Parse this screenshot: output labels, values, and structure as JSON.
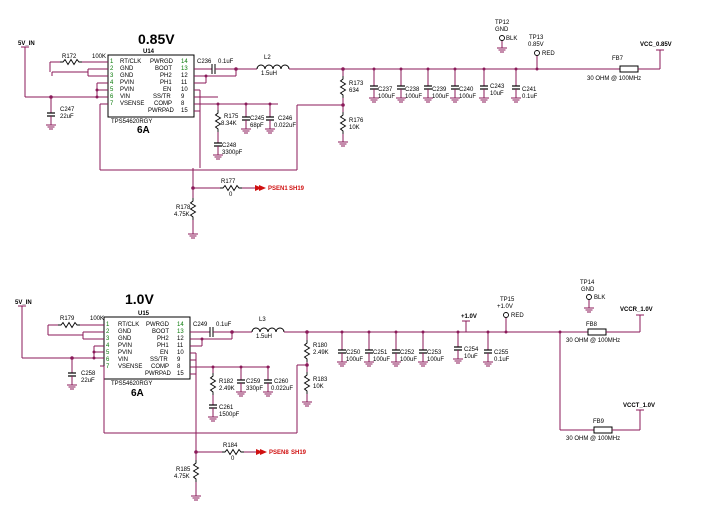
{
  "top": {
    "title": "0.85V",
    "current": "6A",
    "ic_ref": "U14",
    "ic_part": "TPS54620RGY",
    "pins_left": [
      "RT/CLK",
      "GND",
      "GND",
      "PVIN",
      "PVIN",
      "VIN",
      "VSENSE"
    ],
    "pins_left_nums": [
      "1",
      "2",
      "3",
      "4",
      "5",
      "6",
      "7"
    ],
    "pins_right": [
      "PWRGD",
      "BOOT",
      "PH2",
      "PH1",
      "EN",
      "SS/TR",
      "COMP",
      "PWRPAD"
    ],
    "pins_right_nums": [
      "14",
      "13",
      "12",
      "11",
      "10",
      "9",
      "8",
      "15"
    ],
    "vin": "5V_IN",
    "r172": {
      "ref": "R172",
      "val": "100K"
    },
    "c236": {
      "ref": "C236",
      "val": "0.1uF"
    },
    "l2": {
      "ref": "L2",
      "val": "1.5uH"
    },
    "c247": {
      "ref": "C247",
      "val": "22uF"
    },
    "r175": {
      "ref": "R175",
      "val": "8.34K"
    },
    "c245": {
      "ref": "C245",
      "val": "68pF"
    },
    "c246": {
      "ref": "C246",
      "val": "0.022uF"
    },
    "c248": {
      "ref": "C248",
      "val": "3300pF"
    },
    "r173": {
      "ref": "R173",
      "val": "634"
    },
    "r176": {
      "ref": "R176",
      "val": "10K"
    },
    "r177": {
      "ref": "R177",
      "val": "0"
    },
    "r178": {
      "ref": "R178",
      "val": "4.75K"
    },
    "psen": "PSEN1",
    "sh": "SH19",
    "caps": [
      {
        "ref": "C237",
        "val": "100uF"
      },
      {
        "ref": "C238",
        "val": "100uF"
      },
      {
        "ref": "C239",
        "val": "100uF"
      },
      {
        "ref": "C240",
        "val": "100uF"
      },
      {
        "ref": "C243",
        "val": "10uF"
      },
      {
        "ref": "C241",
        "val": "0.1uF"
      }
    ],
    "tp12": {
      "ref": "TP12",
      "net": "GND",
      "color": "BLK"
    },
    "tp13": {
      "ref": "TP13",
      "net": "0.85V",
      "color": "RED"
    },
    "fb": {
      "ref": "FB7",
      "val": "30 OHM @ 100MHz"
    },
    "out": "VCC_0.85V"
  },
  "bottom": {
    "title": "1.0V",
    "current": "6A",
    "ic_ref": "U15",
    "ic_part": "TPS54620RGY",
    "pins_left": [
      "RT/CLK",
      "GND",
      "GND",
      "PVIN",
      "PVIN",
      "VIN",
      "VSENSE"
    ],
    "pins_left_nums": [
      "1",
      "2",
      "3",
      "4",
      "5",
      "6",
      "7"
    ],
    "pins_right": [
      "PWRGD",
      "BOOT",
      "PH2",
      "PH1",
      "EN",
      "SS/TR",
      "COMP",
      "PWRPAD"
    ],
    "pins_right_nums": [
      "14",
      "13",
      "12",
      "11",
      "10",
      "9",
      "8",
      "15"
    ],
    "vin": "5V_IN",
    "r179": {
      "ref": "R179",
      "val": "100K"
    },
    "c249": {
      "ref": "C249",
      "val": "0.1uF"
    },
    "l3": {
      "ref": "L3",
      "val": "1.5uH"
    },
    "c258": {
      "ref": "C258",
      "val": "22uF"
    },
    "r182": {
      "ref": "R182",
      "val": "2.49K"
    },
    "c259": {
      "ref": "C259",
      "val": "330pF"
    },
    "c260": {
      "ref": "C260",
      "val": "0.022uF"
    },
    "c261": {
      "ref": "C261",
      "val": "1500pF"
    },
    "r180": {
      "ref": "R180",
      "val": "2.49K"
    },
    "r183": {
      "ref": "R183",
      "val": "10K"
    },
    "r184": {
      "ref": "R184",
      "val": "0"
    },
    "r185": {
      "ref": "R185",
      "val": "4.75K"
    },
    "psen": "PSEN8",
    "sh": "SH19",
    "caps": [
      {
        "ref": "C250",
        "val": "100uF"
      },
      {
        "ref": "C251",
        "val": "100uF"
      },
      {
        "ref": "C252",
        "val": "100uF"
      },
      {
        "ref": "C253",
        "val": "100uF"
      },
      {
        "ref": "C254",
        "val": "10uF"
      },
      {
        "ref": "C255",
        "val": "0.1uF"
      }
    ],
    "net_label": "+1.0V",
    "tp14": {
      "ref": "TP14",
      "net": "GND",
      "color": "BLK"
    },
    "tp15": {
      "ref": "TP15",
      "net": "+1.0V",
      "color": "RED"
    },
    "fb8": {
      "ref": "FB8",
      "val": "30 OHM @ 100MHz"
    },
    "fb9": {
      "ref": "FB9",
      "val": "30 OHM @ 100MHz"
    },
    "out1": "VCCR_1.0V",
    "out2": "VCCT_1.0V"
  },
  "colors": {
    "wire": "#8b1a5a",
    "red": "#d01010",
    "pin": "#0a7a0a"
  }
}
